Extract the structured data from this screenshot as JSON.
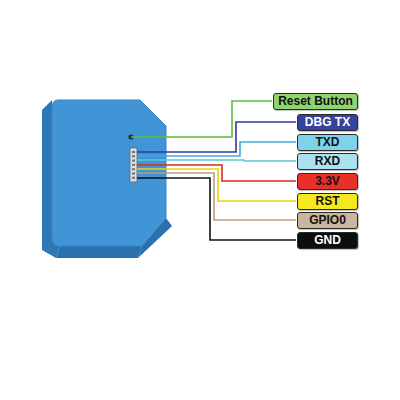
{
  "diagram": {
    "nodes": [
      {
        "text": [
          "Reset Button"
        ]
      },
      {
        "text": [
          "DBG TX"
        ]
      },
      {
        "text": [
          "TXD"
        ]
      },
      {
        "text": [
          "RXD"
        ]
      },
      {
        "text": [
          "3.3V"
        ]
      },
      {
        "text": [
          "RST"
        ]
      },
      {
        "text": [
          "GPIO0"
        ]
      },
      {
        "text": [
          "GND"
        ]
      }
    ]
  }
}
